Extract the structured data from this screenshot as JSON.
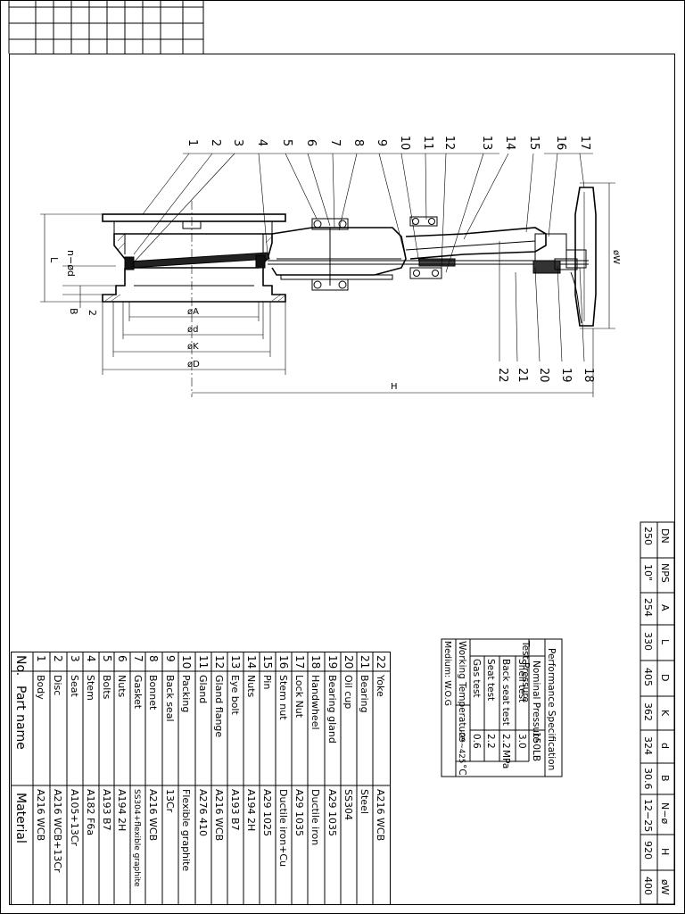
{
  "balloons": [
    "1",
    "2",
    "3",
    "4",
    "5",
    "6",
    "7",
    "8",
    "9",
    "10",
    "11",
    "12",
    "13",
    "14",
    "15",
    "16",
    "17",
    "22",
    "21",
    "20",
    "19",
    "18"
  ],
  "dims": {
    "L": "L",
    "nd": "n−ød",
    "B": "B",
    "B_val": "2",
    "A": "øA",
    "d": "ød",
    "K": "øK",
    "D": "øD",
    "H": "H",
    "W": "øW"
  },
  "dim_table": {
    "headers": [
      "DN",
      "NPS",
      "A",
      "L",
      "D",
      "K",
      "d",
      "B",
      "N−ø",
      "H",
      "øW"
    ],
    "values": [
      "250",
      "10\"",
      "254",
      "330",
      "405",
      "362",
      "324",
      "30.6",
      "12−25",
      "920",
      "400"
    ]
  },
  "spec": {
    "title": "Performance Specification",
    "nominal_label": "Nominal Pressure",
    "nominal_value": "150LB",
    "test_label": "Test Pressure",
    "rows": [
      {
        "name": "Shell test",
        "value": "3.0"
      },
      {
        "name": "Back seat test",
        "value": "2.2"
      },
      {
        "name": "Seat test",
        "value": "2.2"
      },
      {
        "name": "Gas test",
        "value": "0.6"
      }
    ],
    "unit": "MPa",
    "temp_label": "Working Temperature",
    "temp_value": "-29~425",
    "temp_unit": "°C",
    "medium": "Medium: W.O.G"
  },
  "parts": {
    "headers": {
      "no": "No.",
      "name": "Part name",
      "material": "Material"
    },
    "rows": [
      {
        "no": "1",
        "name": "Body",
        "material": "A216  WCB"
      },
      {
        "no": "2",
        "name": "Disc",
        "material": "A216  WCB+13Cr"
      },
      {
        "no": "3",
        "name": "Seat",
        "material": "A105+13Cr"
      },
      {
        "no": "4",
        "name": "Stem",
        "material": "A182  F6a"
      },
      {
        "no": "5",
        "name": "Bolts",
        "material": "A193  B7"
      },
      {
        "no": "6",
        "name": "Nuts",
        "material": "A194  2H"
      },
      {
        "no": "7",
        "name": "Gasket",
        "material": "SS304+flexible graphite"
      },
      {
        "no": "8",
        "name": "Bonnet",
        "material": "A216  WCB"
      },
      {
        "no": "9",
        "name": "Back seal",
        "material": "13Cr"
      },
      {
        "no": "10",
        "name": "Packing",
        "material": "Flexible graphite"
      },
      {
        "no": "11",
        "name": "Gland",
        "material": "A276  410"
      },
      {
        "no": "12",
        "name": "Gland flange",
        "material": "A216  WCB"
      },
      {
        "no": "13",
        "name": "Eye bolt",
        "material": "A193  B7"
      },
      {
        "no": "14",
        "name": "Nuts",
        "material": "A194  2H"
      },
      {
        "no": "15",
        "name": "Pin",
        "material": "A29  1025"
      },
      {
        "no": "16",
        "name": "Stem nut",
        "material": "Ductile iron+Cu"
      },
      {
        "no": "17",
        "name": "Lock Nut",
        "material": "A29  1035"
      },
      {
        "no": "18",
        "name": "Handwheel",
        "material": "Ductile iron"
      },
      {
        "no": "19",
        "name": "Bearing gland",
        "material": "A29  1035"
      },
      {
        "no": "20",
        "name": "Oil cup",
        "material": "SS304"
      },
      {
        "no": "21",
        "name": "Bearing",
        "material": "Steel"
      },
      {
        "no": "22",
        "name": "Yoke",
        "material": "A216  WCB"
      }
    ]
  }
}
